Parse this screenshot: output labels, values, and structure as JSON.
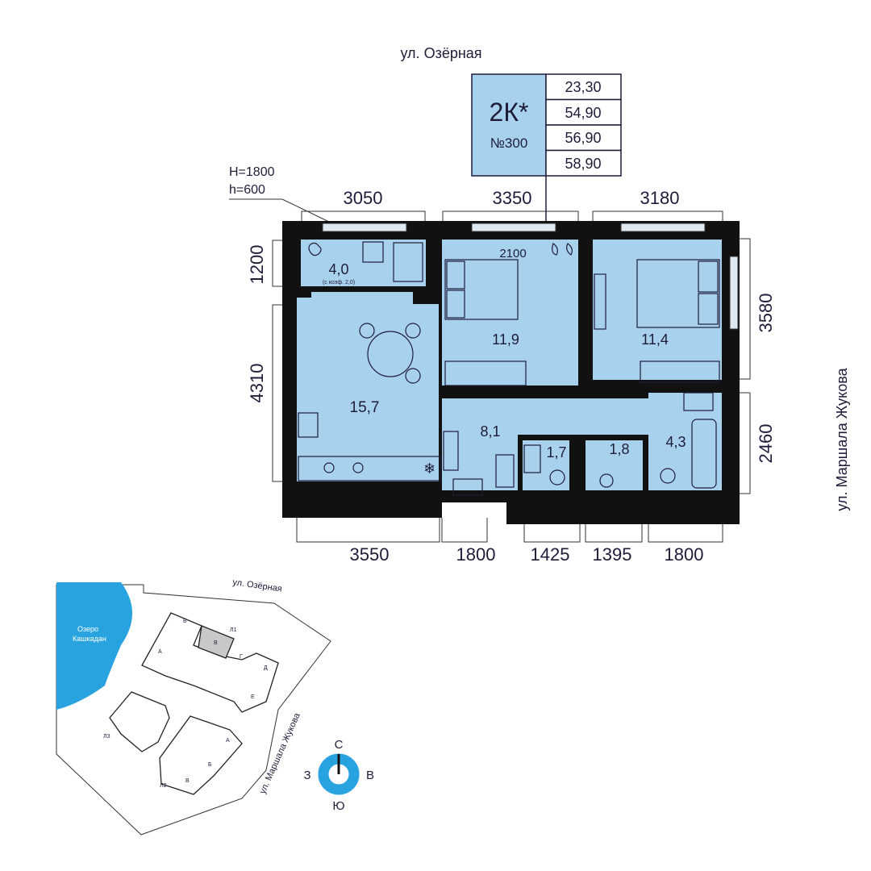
{
  "street_top": "ул. Озёрная",
  "street_right": "ул. Маршала Жукова",
  "apartment": {
    "type": "2К*",
    "number": "№300",
    "areas": [
      "23,30",
      "54,90",
      "56,90",
      "58,90"
    ]
  },
  "window_note": {
    "h_big": "H=1800",
    "h_small": "h=600"
  },
  "dimensions": {
    "top": [
      "3050",
      "3350",
      "3180"
    ],
    "bottom": [
      "3550",
      "1800",
      "1425",
      "1395",
      "1800"
    ],
    "left": [
      "1200",
      "4310"
    ],
    "right": [
      "3580",
      "2460"
    ],
    "inner": [
      "2100"
    ]
  },
  "rooms": {
    "balcony": "4,0",
    "balcony_note": "(с коэф. 2,0)",
    "kitchen": "15,7",
    "bedroom1": "11,9",
    "bedroom2": "11,4",
    "hall": "8,1",
    "wc": "1,7",
    "laundry": "1,8",
    "bath": "4,3"
  },
  "site_map": {
    "street_top": "ул. Озёрная",
    "street_right": "ул. Маршала Жукова",
    "lake": [
      "Озеро",
      "Кашкадан"
    ],
    "sections": [
      "Б",
      "В",
      "Г",
      "Д",
      "Е",
      "А",
      "Л1",
      "Л2",
      "Л3",
      "А",
      "Б",
      "В"
    ]
  },
  "compass": {
    "n": "С",
    "s": "Ю",
    "e": "В",
    "w": "З"
  },
  "colors": {
    "room": "#a8d1ee",
    "wall": "#111111",
    "lake": "#29a3df",
    "highlight": "#c8c8c8"
  }
}
